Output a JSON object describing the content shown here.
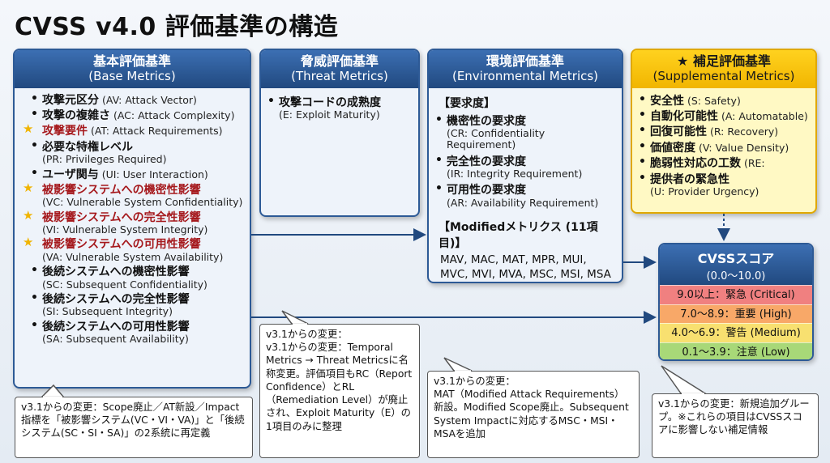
{
  "title": "CVSS v4.0 評価基準の構造",
  "base": {
    "jp": "基本評価基準",
    "en": "(Base Metrics)",
    "items": [
      {
        "jp": "攻撃元区分",
        "en": " (AV: Attack Vector)",
        "star": false,
        "red": false
      },
      {
        "jp": "攻撃の複雑さ",
        "en": " (AC: Attack Complexity)",
        "star": false,
        "red": false
      },
      {
        "jp": "攻撃要件",
        "en": " (AT: Attack Requirements)",
        "star": true,
        "red": true
      },
      {
        "jp": "必要な特権レベル",
        "en": "(PR: Privileges Required)",
        "star": false,
        "red": false,
        "block": true
      },
      {
        "jp": "ユーザ関与",
        "en": " (UI: User Interaction)",
        "star": false,
        "red": false
      },
      {
        "jp": "被影響システムへの機密性影響",
        "en": "(VC: Vulnerable System Confidentiality)",
        "star": true,
        "red": true,
        "block": true
      },
      {
        "jp": "被影響システムへの完全性影響",
        "en": "(VI: Vulnerable System Integrity)",
        "star": true,
        "red": true,
        "block": true
      },
      {
        "jp": "被影響システムへの可用性影響",
        "en": "(VA: Vulnerable System Availability)",
        "star": true,
        "red": true,
        "block": true
      },
      {
        "jp": "後続システムへの機密性影響",
        "en": "(SC: Subsequent Confidentiality)",
        "star": false,
        "red": false,
        "block": true
      },
      {
        "jp": "後続システムへの完全性影響",
        "en": "(SI: Subsequent Integrity)",
        "star": false,
        "red": false,
        "block": true
      },
      {
        "jp": "後続システムへの可用性影響",
        "en": "(SA: Subsequent Availability)",
        "star": false,
        "red": false,
        "block": true
      }
    ],
    "note": "v3.1からの変更：Scope廃止／AT新設／Impact指標を「被影響システム(VC・VI・VA)」と「後続システム(SC・SI・SA)」の2系統に再定義"
  },
  "threat": {
    "jp": "脅威評価基準",
    "en": "(Threat Metrics)",
    "item_jp": "攻撃コードの成熟度",
    "item_en": "(E: Exploit Maturity)",
    "note_head": "v3.1からの変更：",
    "note": "v3.1からの変更：Temporal Metrics → Threat Metricsに名称変更。評価項目もRC（Report Confidence）とRL（Remediation Level）が廃止され、Exploit Maturity（E）の1項目のみに整理"
  },
  "env": {
    "jp": "環境評価基準",
    "en": "(Environmental Metrics)",
    "req_label": "【要求度】",
    "items": [
      {
        "jp": "機密性の要求度",
        "en": "(CR: Confidentiality Requirement)"
      },
      {
        "jp": "完全性の要求度",
        "en": "(IR: Integrity Requirement)"
      },
      {
        "jp": "可用性の要求度",
        "en": "(AR: Availability Requirement)"
      }
    ],
    "modified_label": "【Modifiedメトリクス (11項目)】",
    "modified_list": "MAV, MAC, MAT, MPR, MUI, MVC, MVI, MVA, MSC, MSI, MSA",
    "note_head": "v3.1からの変更：",
    "note": "MAT（Modified Attack Requirements）新設。Modified Scope廃止。Subsequent System Impactに対応するMSC・MSI・MSAを追加"
  },
  "supp": {
    "jp": "★ 補足評価基準",
    "en": "(Supplemental Metrics)",
    "items": [
      {
        "jp": "安全性",
        "en": " (S: Safety)"
      },
      {
        "jp": "自動化可能性",
        "en": " (A: Automatable)"
      },
      {
        "jp": "回復可能性",
        "en": " (R: Recovery)"
      },
      {
        "jp": "価値密度",
        "en": " (V: Value Density)"
      },
      {
        "jp": "脆弱性対応の工数",
        "en": " (RE:"
      },
      {
        "jp": "提供者の緊急性",
        "en": "(U: Provider Urgency)",
        "block": true
      }
    ],
    "note": "v3.1からの変更：新規追加グループ。※これらの項目はCVSSスコアに影響しない補足情報"
  },
  "score": {
    "title": "CVSSスコア",
    "range": "(0.0〜10.0)",
    "levels": [
      {
        "label": "9.0以上：緊急 (Critical)",
        "color": "#f08080"
      },
      {
        "label": "7.0〜8.9：重要 (High)",
        "color": "#f8a868"
      },
      {
        "label": "4.0〜6.9：警告 (Medium)",
        "color": "#f8e070"
      },
      {
        "label": "0.1〜3.9：注意 (Low)",
        "color": "#a8d878"
      }
    ]
  },
  "colors": {
    "accent": "#2d5a96",
    "supplemental": "#f1b500",
    "red_text": "#a5181c"
  }
}
